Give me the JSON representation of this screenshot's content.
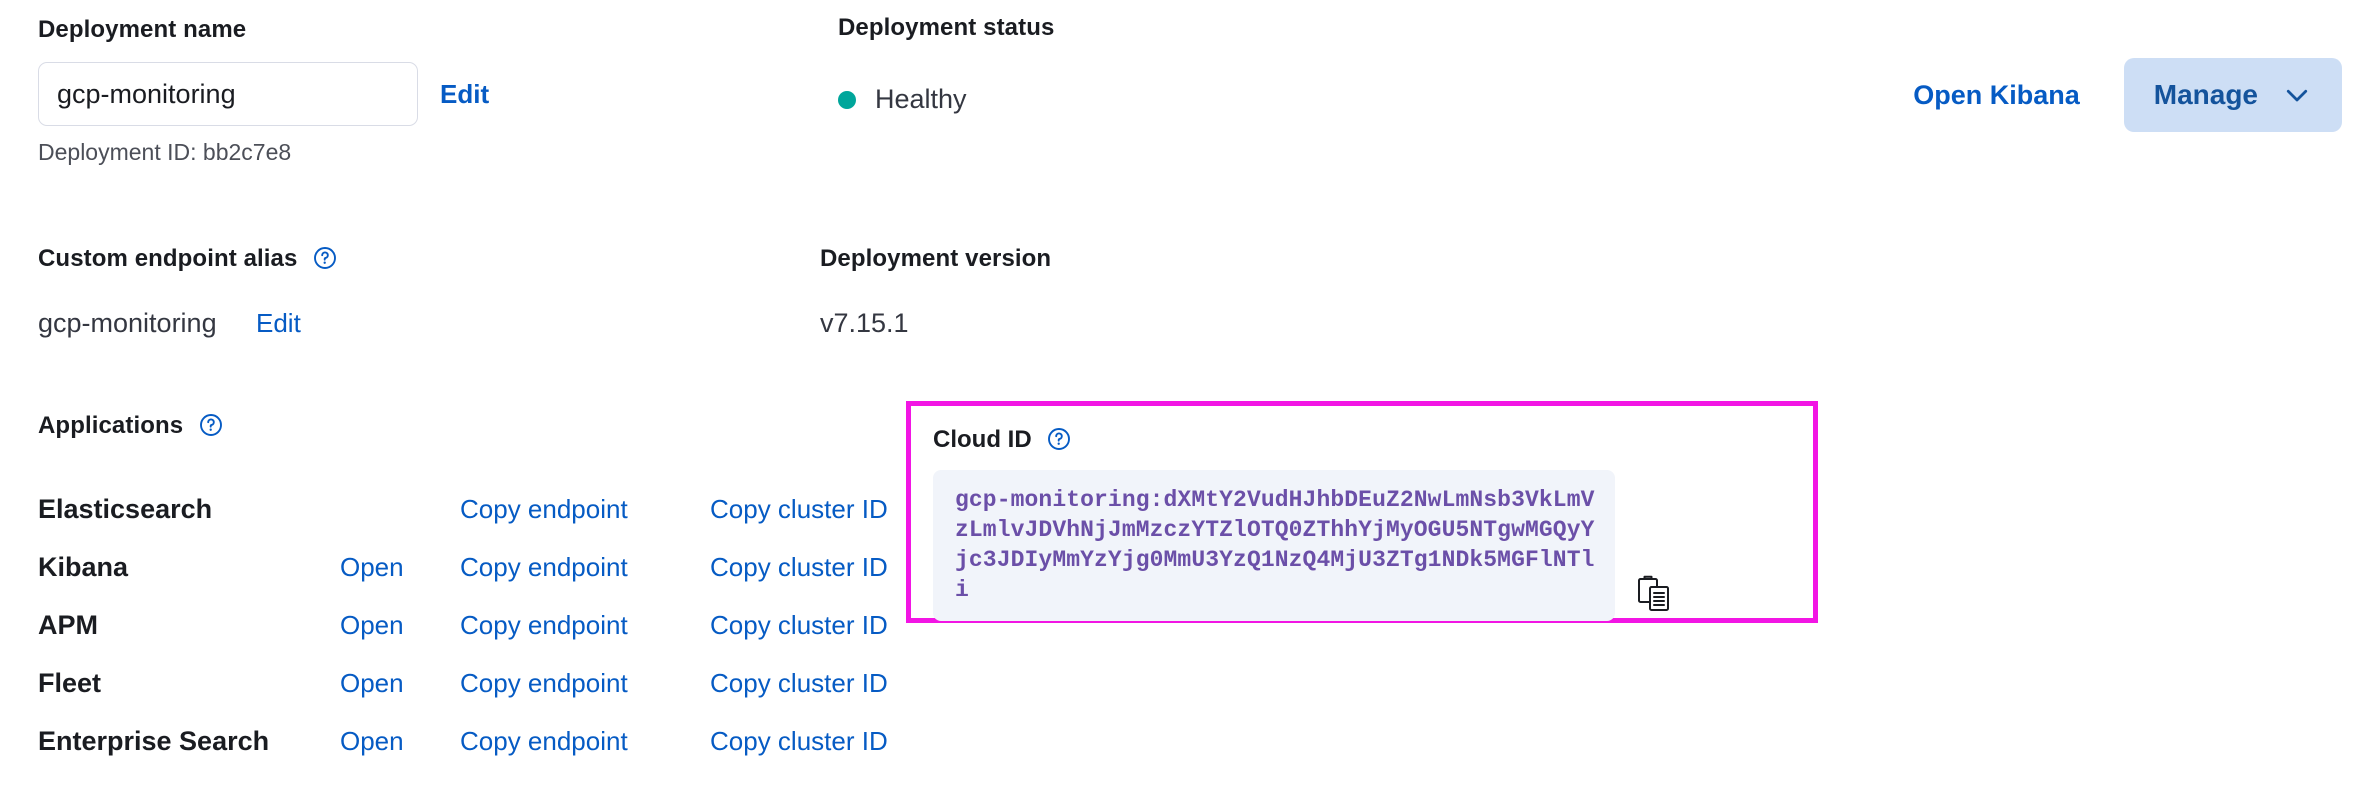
{
  "deployment_name": {
    "label": "Deployment name",
    "value": "gcp-monitoring",
    "placeholder": "Deployment name",
    "edit_label": "Edit",
    "deployment_id_text": "Deployment ID: bb2c7e8"
  },
  "deployment_status": {
    "label": "Deployment status",
    "value": "Healthy",
    "status_color": "#00a69b"
  },
  "top_actions": {
    "open_kibana_label": "Open Kibana",
    "manage_label": "Manage",
    "manage_icon": "chevron-down-icon",
    "manage_bg": "#cddef5",
    "link_color": "#065bc4"
  },
  "custom_endpoint_alias": {
    "label": "Custom endpoint alias",
    "help_icon": "question-circle-icon",
    "value": "gcp-monitoring",
    "edit_label": "Edit"
  },
  "deployment_version": {
    "label": "Deployment version",
    "value": "v7.15.1"
  },
  "applications": {
    "label": "Applications",
    "help_icon": "question-circle-icon",
    "columns": [
      "Application",
      "Open",
      "Copy endpoint",
      "Copy cluster ID"
    ],
    "rows": [
      {
        "name": "Elasticsearch",
        "open": "",
        "copy_endpoint": "Copy endpoint",
        "copy_cluster_id": "Copy cluster ID"
      },
      {
        "name": "Kibana",
        "open": "Open",
        "copy_endpoint": "Copy endpoint",
        "copy_cluster_id": "Copy cluster ID"
      },
      {
        "name": "APM",
        "open": "Open",
        "copy_endpoint": "Copy endpoint",
        "copy_cluster_id": "Copy cluster ID"
      },
      {
        "name": "Fleet",
        "open": "Open",
        "copy_endpoint": "Copy endpoint",
        "copy_cluster_id": "Copy cluster ID"
      },
      {
        "name": "Enterprise Search",
        "open": "Open",
        "copy_endpoint": "Copy endpoint",
        "copy_cluster_id": "Copy cluster ID"
      }
    ]
  },
  "cloud_id": {
    "label": "Cloud ID",
    "help_icon": "question-circle-icon",
    "value": "gcp-monitoring:dXMtY2VudHJhbDEuZ2NwLmNsb3VkLmVzLmlvJDVhNjJmMzczYTZlOTQ0ZThhYjMyOGU5NTgwMGQyYjc3JDIyMmYzYjg0MmU3YzQ1NzQ4MjU3ZTg1NDk5MGFlNTli",
    "copy_icon": "clipboard-copy-icon",
    "code_color": "#6b4fa8",
    "code_bg": "#f1f4fa",
    "highlight_color": "#f215e4"
  }
}
